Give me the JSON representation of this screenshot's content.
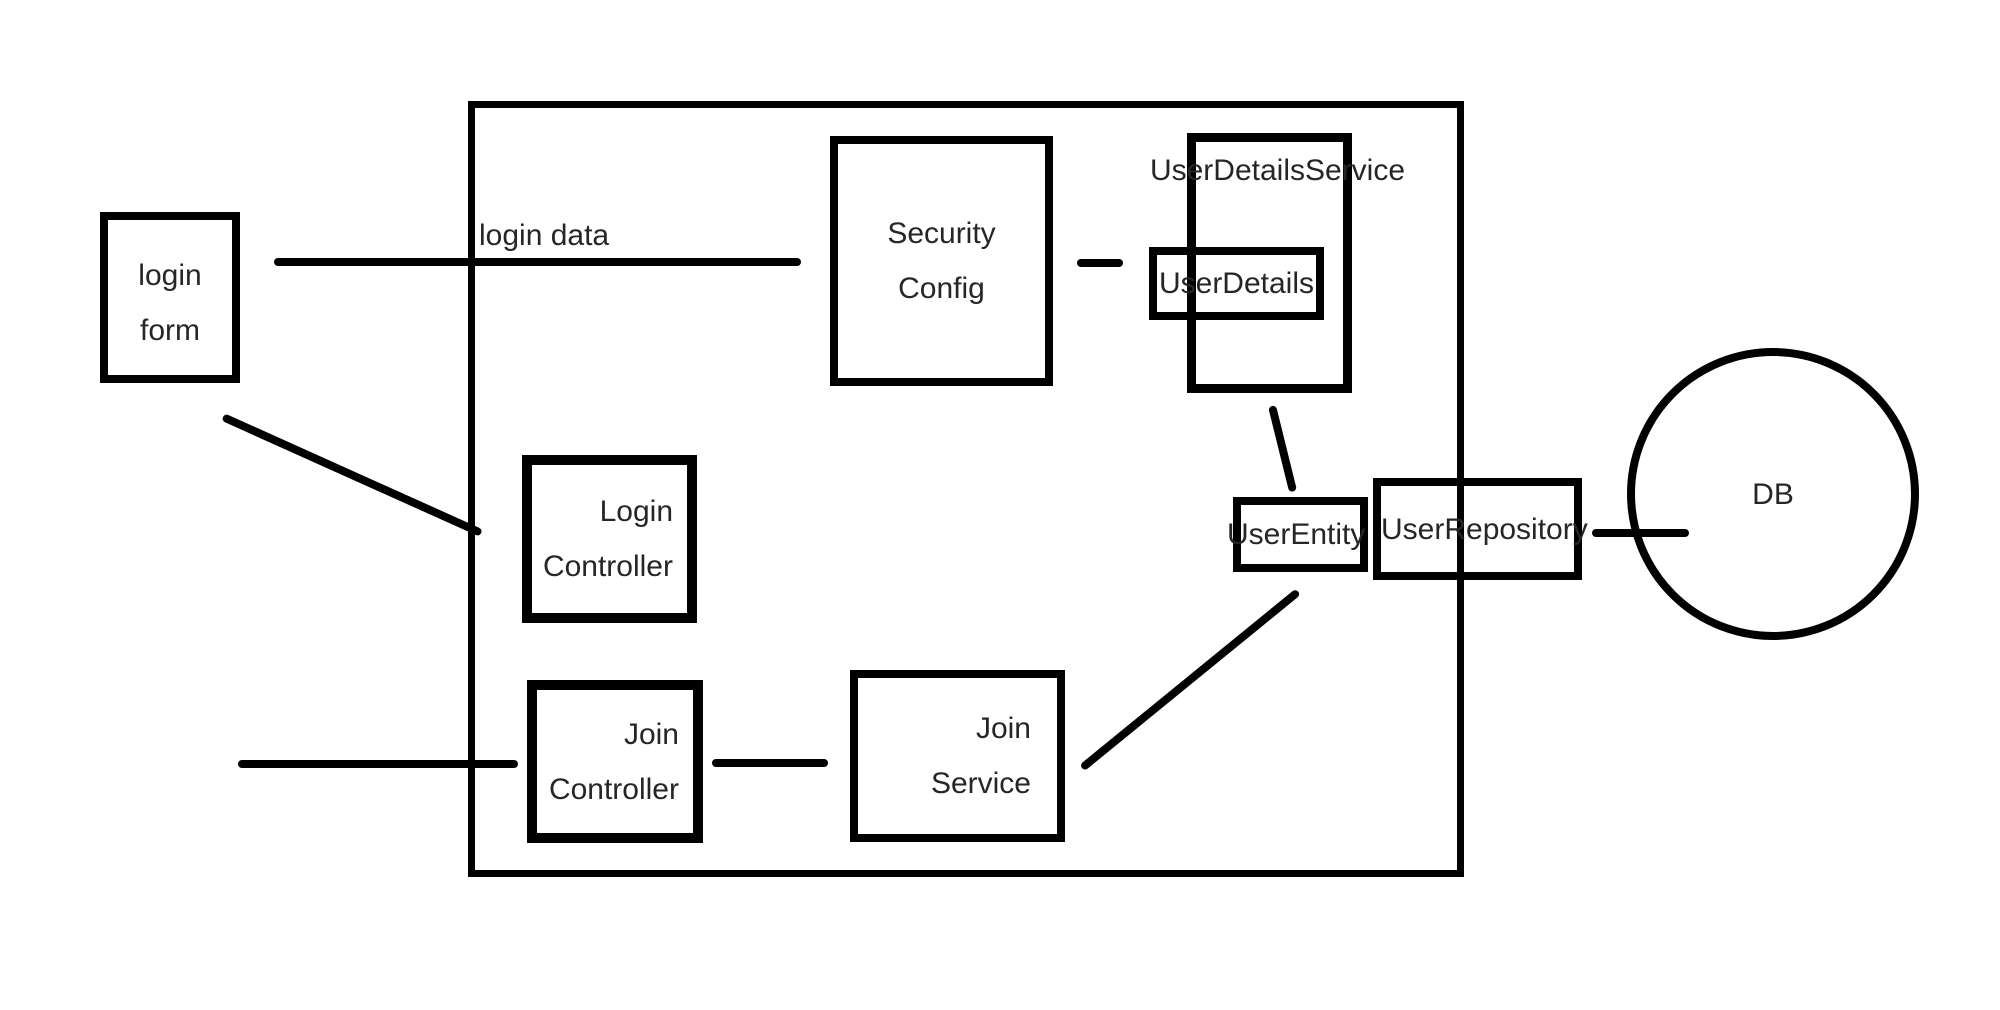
{
  "diagram": {
    "background_color": "#ffffff",
    "stroke_color": "#000000",
    "text_color": "#262626",
    "nodes": {
      "login_form": {
        "line1": "login",
        "line2": "form"
      },
      "security_config": {
        "line1": "Security",
        "line2": "Config"
      },
      "user_details_service": {
        "label": "UserDetailsService"
      },
      "user_details": {
        "label": "UserDetails"
      },
      "login_controller": {
        "line1": "Login",
        "line2": "Controller"
      },
      "join_controller": {
        "line1": "Join",
        "line2": "Controller"
      },
      "join_service": {
        "line1": "Join",
        "line2": "Service"
      },
      "user_entity": {
        "label": "UserEntity"
      },
      "user_repository": {
        "label": "UserRepository"
      },
      "db": {
        "label": "DB"
      }
    },
    "edge_labels": {
      "login_data": "login data"
    }
  }
}
